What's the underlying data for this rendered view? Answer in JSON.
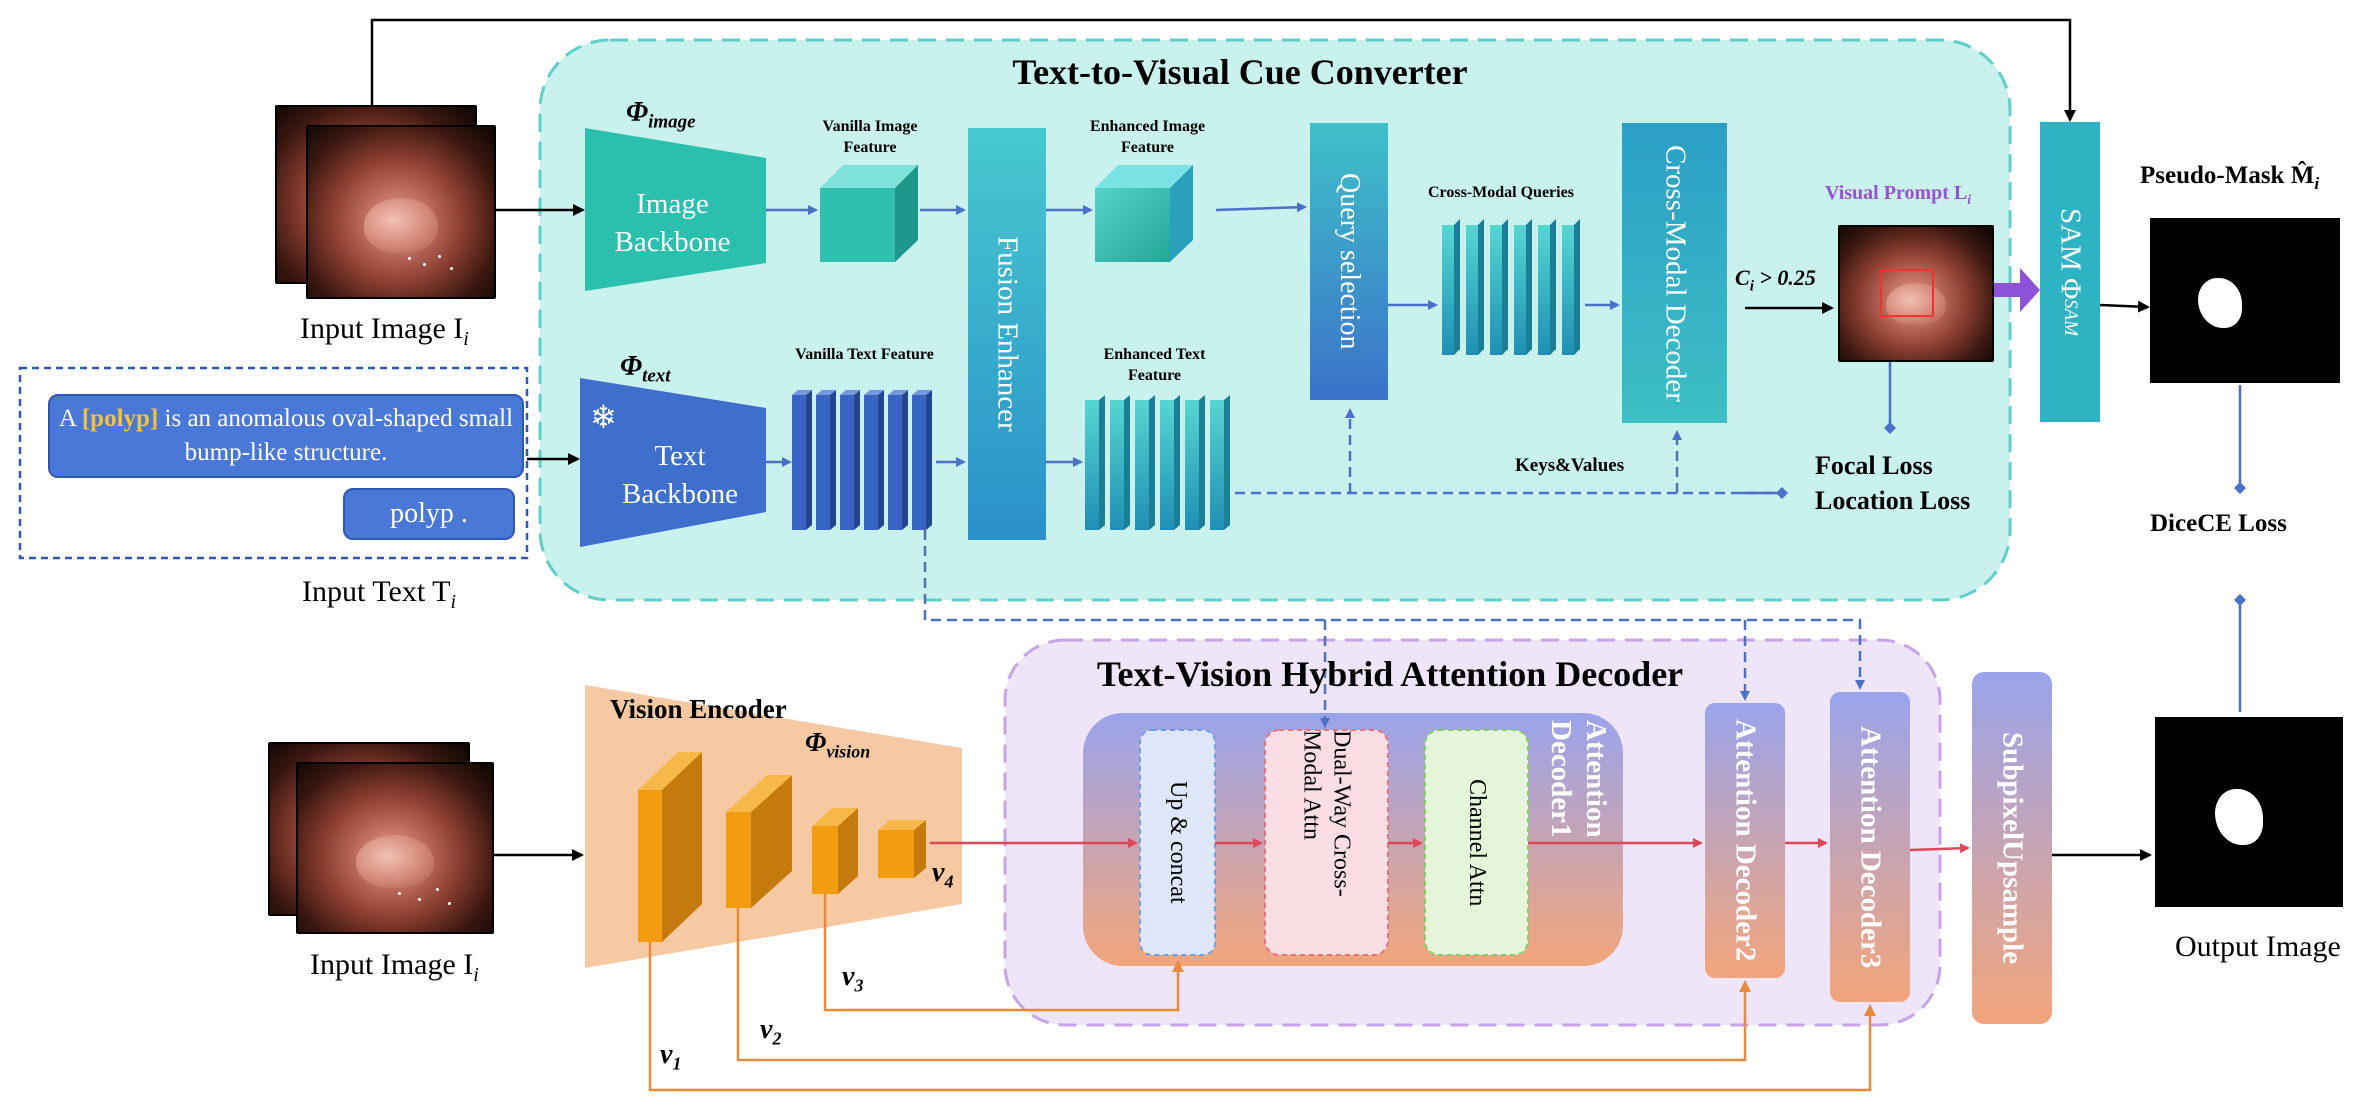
{
  "top": {
    "title": "Text-to-Visual Cue Converter",
    "input_image_label": "Input Image I",
    "input_image_sub": "i",
    "phi_image": "Φ",
    "phi_image_sub": "image",
    "image_backbone": "Image Backbone",
    "vanilla_image_feature": "Vanilla Image Feature",
    "fusion_enhancer": "Fusion Enhancer",
    "enhanced_image_feature": "Enhanced Image Feature",
    "query_selection": "Query selection",
    "cross_modal_queries": "Cross-Modal Queries",
    "cross_modal_decoder": "Cross-Modal Decoder",
    "threshold": "C",
    "threshold_sub": "i",
    "threshold_rest": " > 0.25",
    "visual_prompt": "Visual Prompt L",
    "visual_prompt_sub": "i",
    "sam_label": "SAM Φ",
    "sam_sub": "SAM",
    "pseudo_mask": "Pseudo-Mask M̂",
    "pseudo_mask_sub": "i",
    "phi_text": "Φ",
    "phi_text_sub": "text",
    "text_backbone": "Text Backbone",
    "snowflake": "❄",
    "vanilla_text_feature": "Vanilla Text Feature",
    "enhanced_text_feature": "Enhanced Text Feature",
    "keys_values": "Keys&Values",
    "focal_loss": "Focal Loss",
    "location_loss": "Location Loss",
    "dicece_loss": "DiceCE  Loss",
    "text_prompt_pre": "A ",
    "text_prompt_hl": "[polyp]",
    "text_prompt_post": " is an anomalous oval-shaped small bump-like structure.",
    "text_prompt_short": "polyp .",
    "input_text_label": "Input Text  T",
    "input_text_sub": "i"
  },
  "bottom": {
    "title": "Text-Vision Hybrid Attention Decoder",
    "vision_encoder": "Vision Encoder",
    "phi_vision": "Φ",
    "phi_vision_sub": "vision",
    "input_image_label": "Input Image I",
    "input_image_sub": "i",
    "v1": "v",
    "v1_sub": "1",
    "v2": "v",
    "v2_sub": "2",
    "v3": "v",
    "v3_sub": "3",
    "v4": "v",
    "v4_sub": "4",
    "up_concat": "Up & concat",
    "dual_way": "Dual-Way Cross-Modal Attn",
    "channel_attn": "Channel Attn",
    "attention_decoder1": "Attention Decoder1",
    "attention_decoder2": "Attention Decoder2",
    "attention_decoder3": "Attention Decoder3",
    "subpixel_upsample": "SubpixelUpsample",
    "output_image": "Output Image"
  },
  "colors": {
    "top_panel_fill": "#c9f1ee",
    "top_panel_border": "#5fcfc9",
    "bottom_panel_fill": "#eee5f9",
    "bottom_panel_border": "#c7a4ea",
    "teal": "#2dbfb0",
    "blue": "#3f6fd0",
    "orange": "#f39c12",
    "arrow_blue": "#4a70c8",
    "arrow_red": "#e0465a",
    "arrow_orange": "#e88a3a",
    "purple_arrow": "#8e52d9",
    "visual_prompt_text": "#9a4fd6"
  }
}
